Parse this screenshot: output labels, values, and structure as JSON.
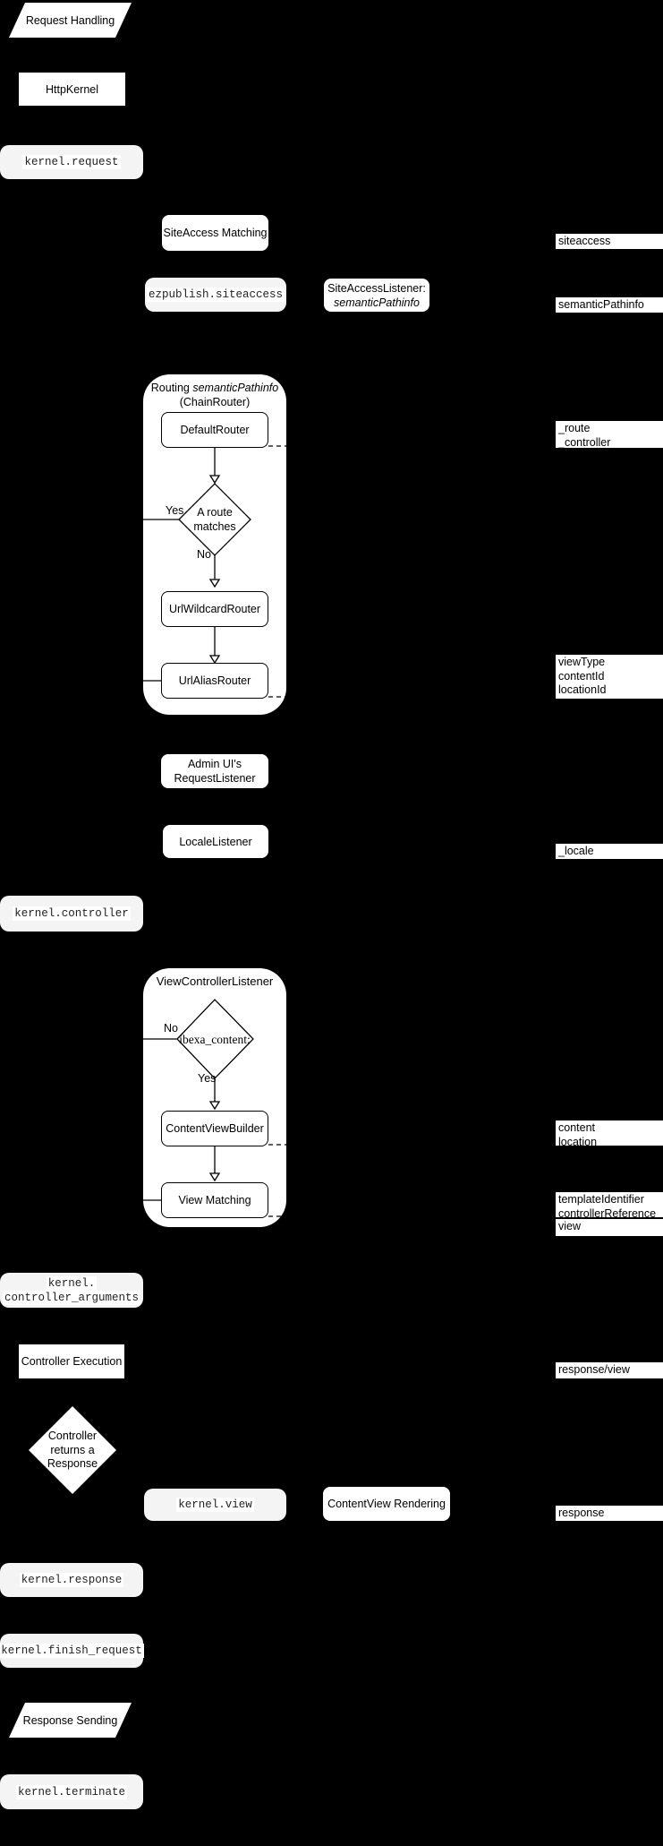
{
  "colors": {
    "background": "#000000",
    "node_fill": "#ffffff",
    "event_fill": "#f4f4f4",
    "line": "#000000",
    "text": "#000000"
  },
  "nodes": {
    "request_handling": {
      "label": "Request Handling"
    },
    "http_kernel": {
      "label": "HttpKernel"
    },
    "kernel_request": {
      "label": "kernel.request"
    },
    "siteaccess_matching": {
      "label": "SiteAccess Matching"
    },
    "ezpublish_siteaccess": {
      "label": "ezpublish.siteaccess"
    },
    "siteaccess_listener": {
      "line1": "SiteAccessListener:",
      "line2": "semanticPathinfo"
    },
    "routing": {
      "title_normal": "Routing ",
      "title_italic": "semanticPathinfo",
      "title_line2": "(ChainRouter)"
    },
    "default_router": {
      "label": "DefaultRouter"
    },
    "route_matches": {
      "label": "A route\nmatches",
      "yes": "Yes",
      "no": "No"
    },
    "url_wildcard_router": {
      "label": "UrlWildcardRouter"
    },
    "url_alias_router": {
      "label": "UrlAliasRouter"
    },
    "admin_request_listener": {
      "label": "Admin UI's\nRequestListener"
    },
    "locale_listener": {
      "label": "LocaleListener"
    },
    "kernel_controller": {
      "label": "kernel.controller"
    },
    "view_controller_listener": {
      "title": "ViewControllerListener"
    },
    "ibexa_content": {
      "label": "ibexa_content:",
      "yes": "Yes",
      "no": "No"
    },
    "content_view_builder": {
      "label": "ContentViewBuilder"
    },
    "view_matching": {
      "label": "View Matching"
    },
    "kernel_controller_arguments": {
      "lines": [
        "kernel.",
        "controller_arguments"
      ]
    },
    "controller_execution": {
      "label": "Controller Execution"
    },
    "controller_returns_response": {
      "label": "Controller\nreturns a\nResponse"
    },
    "kernel_view": {
      "label": "kernel.view"
    },
    "contentview_rendering": {
      "label": "ContentView Rendering"
    },
    "kernel_response": {
      "label": "kernel.response"
    },
    "kernel_finish_request": {
      "label": "kernel.finish_request"
    },
    "response_sending": {
      "label": "Response Sending"
    },
    "kernel_terminate": {
      "label": "kernel.terminate"
    }
  },
  "annotations": {
    "siteaccess": "siteaccess",
    "semantic_pathinfo": "semanticPathinfo",
    "route_controller": "_route\n_controller",
    "view_params": "viewType\ncontentId\nlocationId",
    "locale": "_locale",
    "content_location": "content\nlocation",
    "template_controller": "templateIdentifier\ncontrollerReference",
    "view": "view",
    "response_view": "response/view",
    "response": "response"
  }
}
